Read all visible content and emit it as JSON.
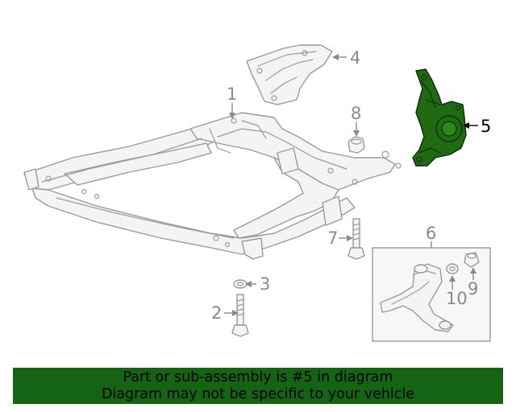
{
  "diagram": {
    "callouts": {
      "c1": "1",
      "c2": "2",
      "c3": "3",
      "c4": "4",
      "c5": "5",
      "c6": "6",
      "c7": "7",
      "c8": "8",
      "c9": "9",
      "c10": "10"
    },
    "highlighted_part": "5",
    "highlight_color": "#1f6a12",
    "line_color": "#9a9a9a"
  },
  "banner": {
    "line1": "Part or sub-assembly is #5 in diagram",
    "line2": "Diagram may not be specific to your vehicle",
    "background": "#146414"
  }
}
